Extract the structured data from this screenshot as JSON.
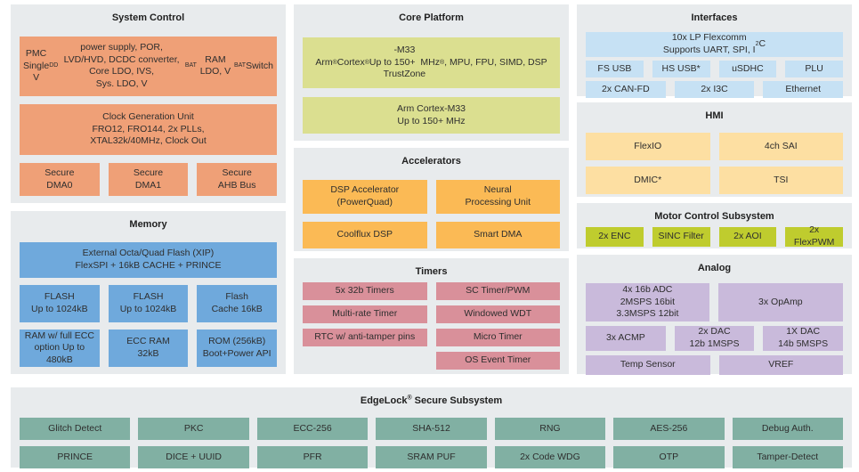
{
  "colors": {
    "panel_bg": "#E8EBED",
    "orange": "#EFA077",
    "blue": "#6FA9DC",
    "light_blue": "#C6E1F4",
    "chartreuse": "#DBDF90",
    "amber": "#FBBA55",
    "rose": "#D9909A",
    "pale_amber": "#FDDFA2",
    "lime": "#BFCC2E",
    "lavender": "#C9BADB",
    "teal": "#81B0A3",
    "text": "#2e2e2e"
  },
  "system_control": {
    "title": "System Control",
    "pmc_html": "PMC<br>Single V<sub>DD</sub> power supply, POR,<br>LVD/HVD, DCDC converter, Core LDO, IVS,<br>Sys. LDO, V<sub>BAT</sub> RAM LDO, V<sub>BAT</sub> Switch",
    "clock": "Clock Generation Unit\nFRO12, FRO144, 2x PLLs,\nXTAL32k/40MHz, Clock Out",
    "dma": [
      "Secure\nDMA0",
      "Secure\nDMA1",
      "Secure\nAHB Bus"
    ]
  },
  "memory": {
    "title": "Memory",
    "external": "External Octa/Quad Flash (XIP)\nFlexSPI + 16kB CACHE + PRINCE",
    "row1": [
      "FLASH\nUp to 1024kB",
      "FLASH\nUp to 1024kB",
      "Flash\nCache 16kB"
    ],
    "row2": [
      "RAM w/ full ECC\noption Up to 480kB",
      "ECC RAM\n32kB",
      "ROM (256kB)\nBoot+Power API"
    ]
  },
  "core_platform": {
    "title": "Core Platform",
    "cpu1_html": "Arm<sup>®</sup> Cortex<sup>®</sup>-M33<br>Up to 150+&nbsp; MHz<br>TrustZone<sup>®</sup>, MPU, FPU, SIMD, DSP",
    "cpu2": "Arm Cortex-M33\nUp to 150+  MHz"
  },
  "accelerators": {
    "title": "Accelerators",
    "row1": [
      "DSP Accelerator\n(PowerQuad)",
      "Neural\nProcessing Unit"
    ],
    "row2": [
      "Coolflux DSP",
      "Smart DMA"
    ]
  },
  "timers": {
    "title": "Timers",
    "left": [
      "5x 32b Timers",
      "Multi-rate Timer",
      "RTC w/ anti-tamper pins"
    ],
    "right": [
      "SC Timer/PWM",
      "Windowed WDT",
      "Micro Timer",
      "OS Event Timer"
    ]
  },
  "interfaces": {
    "title": "Interfaces",
    "flexcomm_html": "10x LP Flexcomm<br>Supports UART, SPI, I<sup>2</sup>C",
    "row1": [
      "FS USB",
      "HS USB*",
      "uSDHC",
      "PLU"
    ],
    "row2": [
      "2x CAN-FD",
      "2x I3C",
      "Ethernet"
    ]
  },
  "hmi": {
    "title": "HMI",
    "row1": [
      "FlexIO",
      "4ch SAI"
    ],
    "row2": [
      "DMIC*",
      "TSI"
    ]
  },
  "motor": {
    "title": "Motor Control Subsystem",
    "cells": [
      "2x ENC",
      "SINC Filter",
      "2x AOI",
      "2x FlexPWM"
    ]
  },
  "analog": {
    "title": "Analog",
    "adc": "4x 16b ADC\n2MSPS 16bit\n3.3MSPS 12bit",
    "opamp": "3x OpAmp",
    "row2": [
      "3x ACMP",
      "2x DAC\n12b 1MSPS",
      "1X DAC\n14b 5MSPS"
    ],
    "row3": [
      "Temp Sensor",
      "VREF"
    ]
  },
  "edgelock": {
    "title_html": "EdgeLock<sup>®</sup> Secure Subsystem",
    "row1": [
      "Glitch Detect",
      "PKC",
      "ECC-256",
      "SHA-512",
      "RNG",
      "AES-256",
      "Debug Auth."
    ],
    "row2": [
      "PRINCE",
      "DICE + UUID",
      "PFR",
      "SRAM PUF",
      "2x Code WDG",
      "OTP",
      "Tamper-Detect"
    ]
  }
}
